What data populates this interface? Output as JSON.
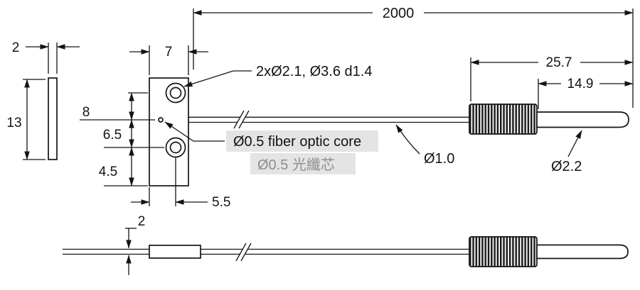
{
  "dims": {
    "overall": "2000",
    "plate_thickness": "2",
    "plate_height": "13",
    "head_width": "7",
    "hole_to_core": "8",
    "core_to_hole": "6.5",
    "hole_to_edge": "4.5",
    "hole_center_offset": "5.5",
    "sleeve_length": "25.7",
    "tip_length": "14.9",
    "cable_thickness": "2"
  },
  "labels": {
    "holes": "2xØ2.1, Ø3.6 d1.4",
    "core_en": "Ø0.5 fiber optic core",
    "core_zh": "Ø0.5 光纖芯",
    "cable_dia": "Ø1.0",
    "tip_dia": "Ø2.2"
  },
  "colors": {
    "line": "#141414",
    "highlight_bg": "#e4e4e4",
    "zh_text": "#8f8f8f",
    "background": "#ffffff"
  }
}
